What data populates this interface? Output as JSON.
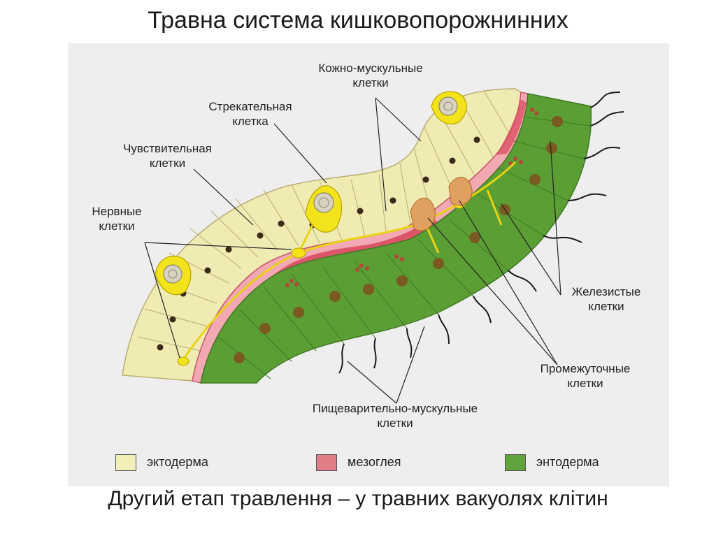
{
  "title": "Травна система кишковопорожнинних",
  "caption": "Другий етап травлення – у травних вакуолях клітин",
  "labels": {
    "skin_muscle": "Кожно-мускульные\nклетки",
    "stinging": "Стрекательная\nклетка",
    "sensory": "Чувствительная\nклетки",
    "nerve": "Нервные\nклетки",
    "glandular": "Железистые\nклетки",
    "intermediate": "Промежуточные\nклетки",
    "digestive": "Пищеварительно-мускульные\nклетки"
  },
  "legend": [
    {
      "label": "эктодерма",
      "color": "#f3efb8"
    },
    {
      "label": "мезоглея",
      "color": "#e07d86"
    },
    {
      "label": "энтодерма",
      "color": "#5fa33a"
    }
  ],
  "colors": {
    "ectoderm": "#f0ebb3",
    "mesoglea": "#d9475c",
    "mesoglea_light": "#f2a9b3",
    "endoderm": "#5a9e34",
    "nerve": "#f2e31a",
    "nucleus_dark": "#3a2a18",
    "nucleus_brown": "#7a5a20"
  }
}
